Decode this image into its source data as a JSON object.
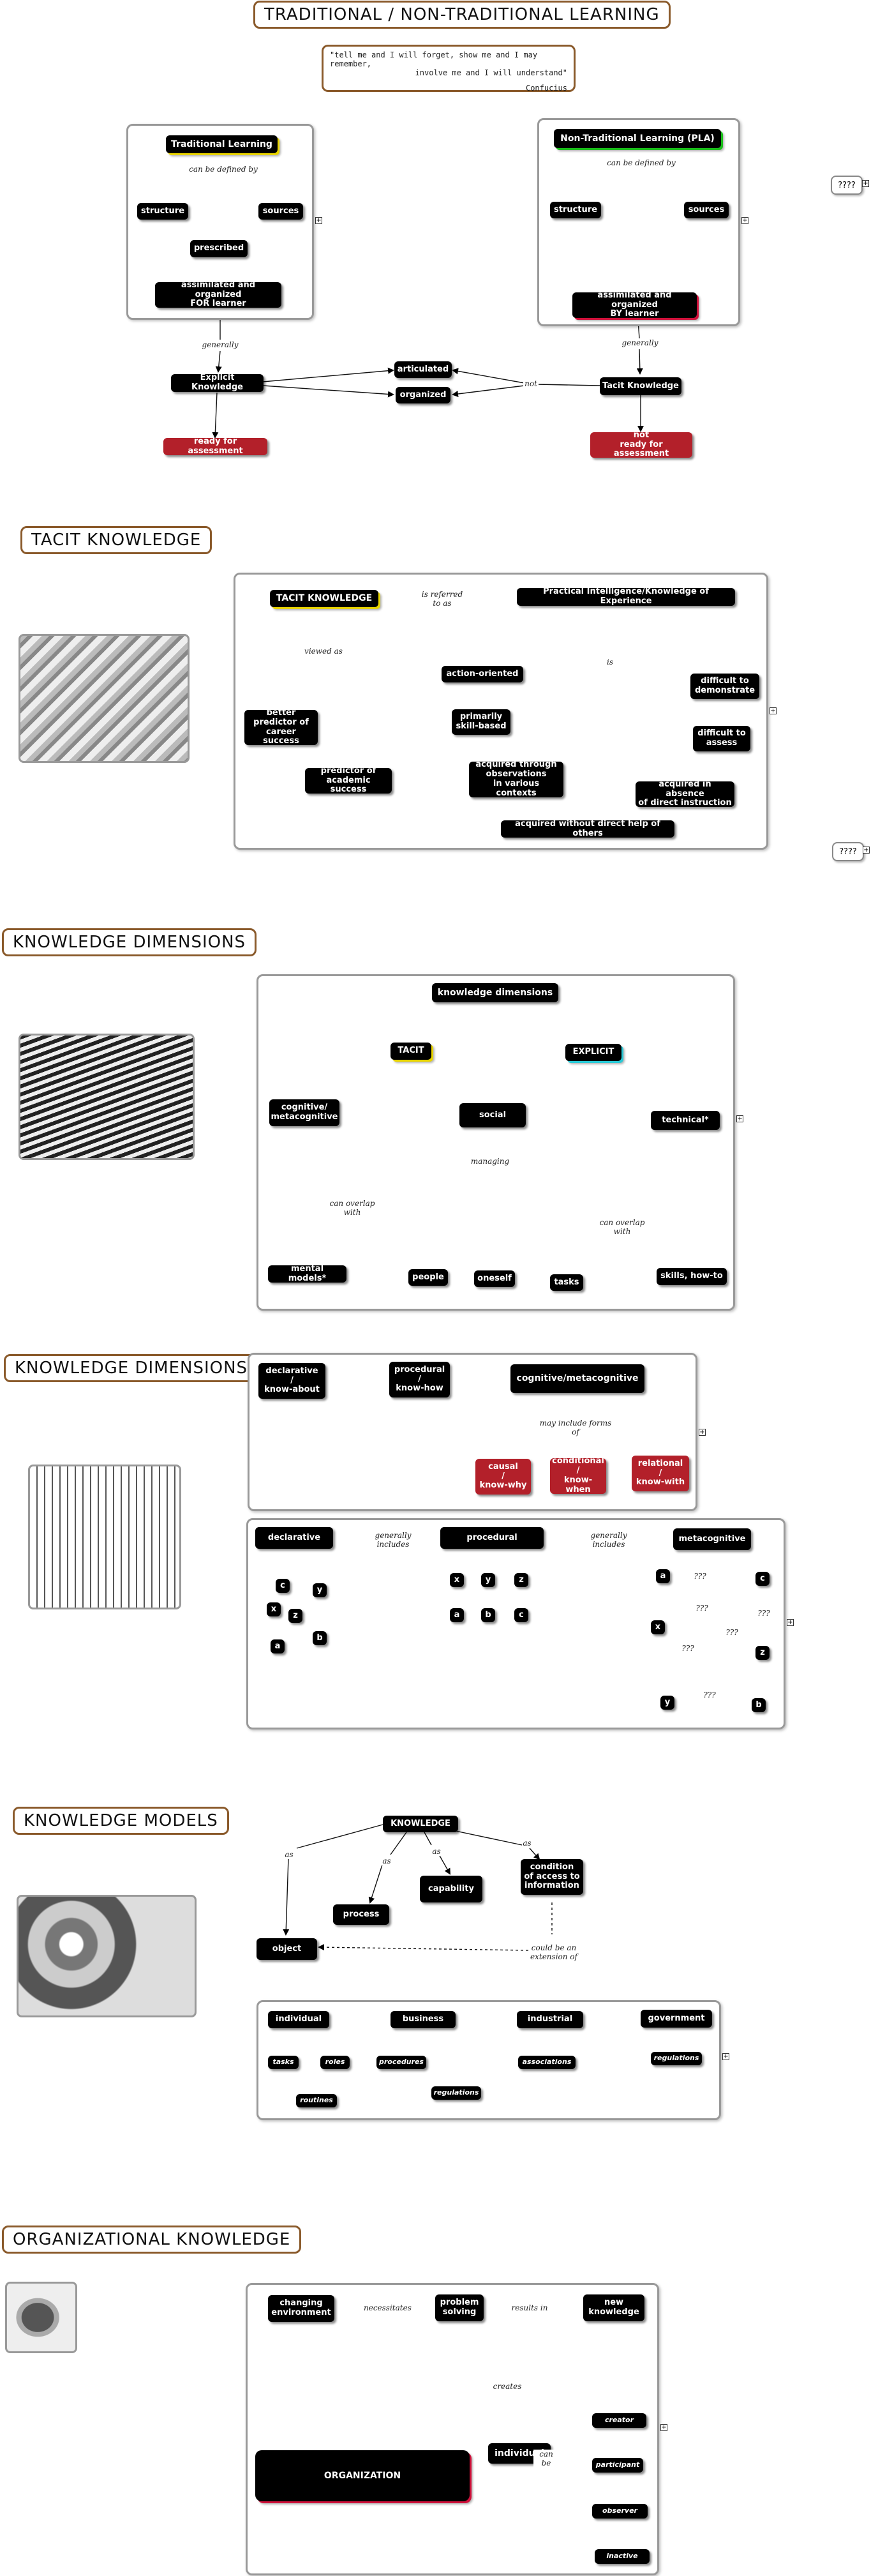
{
  "sections": {
    "s1_title": "TRADITIONAL / NON-TRADITIONAL LEARNING",
    "s2_title": "TACIT KNOWLEDGE",
    "s3_title": "KNOWLEDGE DIMENSIONS",
    "s4_title": "KNOWLEDGE DIMENSIONS",
    "s5_title": "KNOWLEDGE MODELS",
    "s6_title": "ORGANIZATIONAL KNOWLEDGE"
  },
  "quote": {
    "line1": "\"tell me and I will forget, show me and I may remember,",
    "line2": "involve me and I will understand\"",
    "author": "Confucius"
  },
  "unknown": "????",
  "expand": "+",
  "s1": {
    "trad": "Traditional Learning",
    "defined_a": "can be defined by",
    "structure_a": "structure",
    "sources_a": "sources",
    "prescribed": "prescribed",
    "for_learner": "assimilated and organized\nFOR learner",
    "nontrad": "Non-Traditional Learning (PLA)",
    "defined_b": "can be defined by",
    "structure_b": "structure",
    "sources_b": "sources",
    "by_learner": "assimilated and organized\nBY learner",
    "generally_a": "generally",
    "generally_b": "generally",
    "explicit": "Explicit Knowledge",
    "tacit": "Tacit Knowledge",
    "articulated": "articulated",
    "organized": "organized",
    "not": "not",
    "ready": "ready for assessment",
    "not_ready": "not\nready for assessment"
  },
  "s2": {
    "tk": "TACIT KNOWLEDGE",
    "referred": "is referred\nto as",
    "practical": "Practical Intelligence/Knowledge of Experience",
    "viewed": "viewed as",
    "is": "is",
    "better": "better\npredictor of\ncareer success",
    "predictor": "predictor of\nacademic success",
    "action": "action-oriented",
    "skill": "primarily\nskill-based",
    "acquired_obs": "acquired through\nobservations\nin various contexts",
    "without_help": "acquired without direct help of others",
    "absence": "acquired in absence\nof direct instruction",
    "diff_assess": "difficult to\nassess",
    "diff_demo": "difficult to\ndemonstrate"
  },
  "s3": {
    "kd": "knowledge dimensions",
    "tacit": "TACIT",
    "explicit": "EXPLICIT",
    "cog": "cognitive/\nmetacognitive",
    "social": "social",
    "technical": "technical*",
    "overlap1": "can overlap\nwith",
    "managing": "managing",
    "overlap2": "can overlap\nwith",
    "mental": "mental models*",
    "people": "people",
    "oneself": "oneself",
    "tasks": "tasks",
    "skills": "skills, how-to"
  },
  "s4": {
    "declarative": "declarative\n/\nknow-about",
    "procedural": "procedural\n/\nknow-how",
    "cogmeta": "cognitive/metacognitive",
    "forms": "may include forms of",
    "causal": "causal\n/\nknow-why",
    "conditional": "conditional\n/\nknow-when",
    "relational": "relational\n/\nknow-with",
    "decl2": "declarative",
    "proc2": "procedural",
    "meta2": "metacognitive",
    "gen1": "generally\nincludes",
    "gen2": "generally\nincludes",
    "q": "???",
    "letters": {
      "a": "a",
      "b": "b",
      "c": "c",
      "x": "x",
      "y": "y",
      "z": "z"
    }
  },
  "s5": {
    "knowledge": "KNOWLEDGE",
    "as1": "as",
    "as2": "as",
    "as3": "as",
    "as4": "as",
    "process": "process",
    "capability": "capability",
    "condition": "condition\nof access to\ninformation",
    "object": "object",
    "extension": "could be an\nextension of",
    "individual": "individual",
    "business": "business",
    "industrial": "industrial",
    "government": "government",
    "tasks": "tasks",
    "roles": "roles",
    "routines": "routines",
    "procedures": "procedures",
    "regulations_b": "regulations",
    "associations": "associations",
    "regulations_g": "regulations"
  },
  "s6": {
    "changing": "changing\nenvironment",
    "necessitates": "necessitates",
    "problem": "problem\nsolving",
    "results": "results in",
    "newk": "new\nknowledge",
    "creates": "creates",
    "org": "ORGANIZATION",
    "individual": "individual",
    "canbe": "can be",
    "creator": "creator",
    "participant": "participant",
    "observer": "observer",
    "inactive": "inactive"
  }
}
